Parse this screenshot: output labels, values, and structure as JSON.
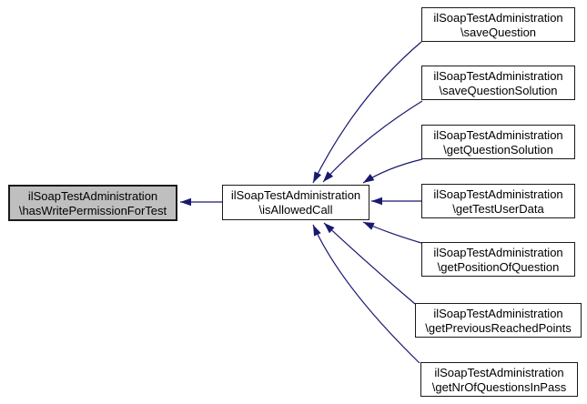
{
  "diagram": {
    "type": "call-graph",
    "colors": {
      "edge": "#191970",
      "node_border": "#1a1a1a",
      "current_node_fill": "#bfbfbf",
      "node_fill": "#ffffff",
      "background": "#ffffff"
    },
    "nodes": {
      "target": {
        "line1": "ilSoapTestAdministration",
        "line2": "\\hasWritePermissionForTest"
      },
      "hub": {
        "line1": "ilSoapTestAdministration",
        "line2": "\\isAllowedCall"
      },
      "callers": [
        {
          "line1": "ilSoapTestAdministration",
          "line2": "\\saveQuestion"
        },
        {
          "line1": "ilSoapTestAdministration",
          "line2": "\\saveQuestionSolution"
        },
        {
          "line1": "ilSoapTestAdministration",
          "line2": "\\getQuestionSolution"
        },
        {
          "line1": "ilSoapTestAdministration",
          "line2": "\\getTestUserData"
        },
        {
          "line1": "ilSoapTestAdministration",
          "line2": "\\getPositionOfQuestion"
        },
        {
          "line1": "ilSoapTestAdministration",
          "line2": "\\getPreviousReachedPoints"
        },
        {
          "line1": "ilSoapTestAdministration",
          "line2": "\\getNrOfQuestionsInPass"
        }
      ]
    }
  }
}
